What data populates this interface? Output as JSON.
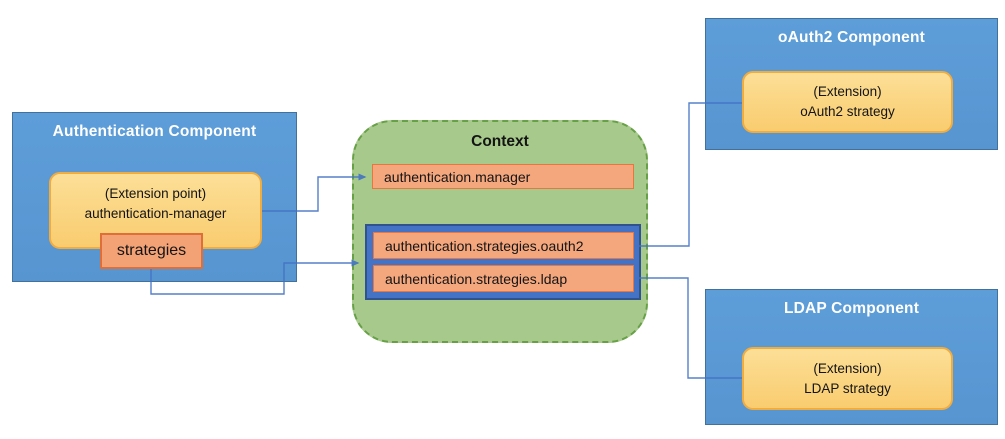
{
  "auth_component": {
    "title": "Authentication Component",
    "extension_point": {
      "line1": "(Extension point)",
      "line2": "authentication-manager"
    },
    "strategies_label": "strategies"
  },
  "context": {
    "title": "Context",
    "manager_entry": "authentication.manager",
    "strategy_entries": [
      "authentication.strategies.oauth2",
      "authentication.strategies.ldap"
    ]
  },
  "oauth2_component": {
    "title": "oAuth2 Component",
    "extension": {
      "line1": "(Extension)",
      "line2": "oAuth2 strategy"
    }
  },
  "ldap_component": {
    "title": "LDAP Component",
    "extension": {
      "line1": "(Extension)",
      "line2": "LDAP strategy"
    }
  },
  "colors": {
    "component_blue": "#5B9BD5",
    "component_border": "#41719C",
    "container_blue": "#4472C4",
    "container_border": "#30538F",
    "gold_fill": "#FAD383",
    "gold_border": "#F0AC3F",
    "orange_fill": "#F4A67D",
    "orange_border": "#E8763E",
    "green_fill": "#A7CA8C",
    "green_border": "#67A046",
    "connector_blue": "#4472C4",
    "title_text": "#FFFFFF",
    "body_text": "#141414"
  }
}
